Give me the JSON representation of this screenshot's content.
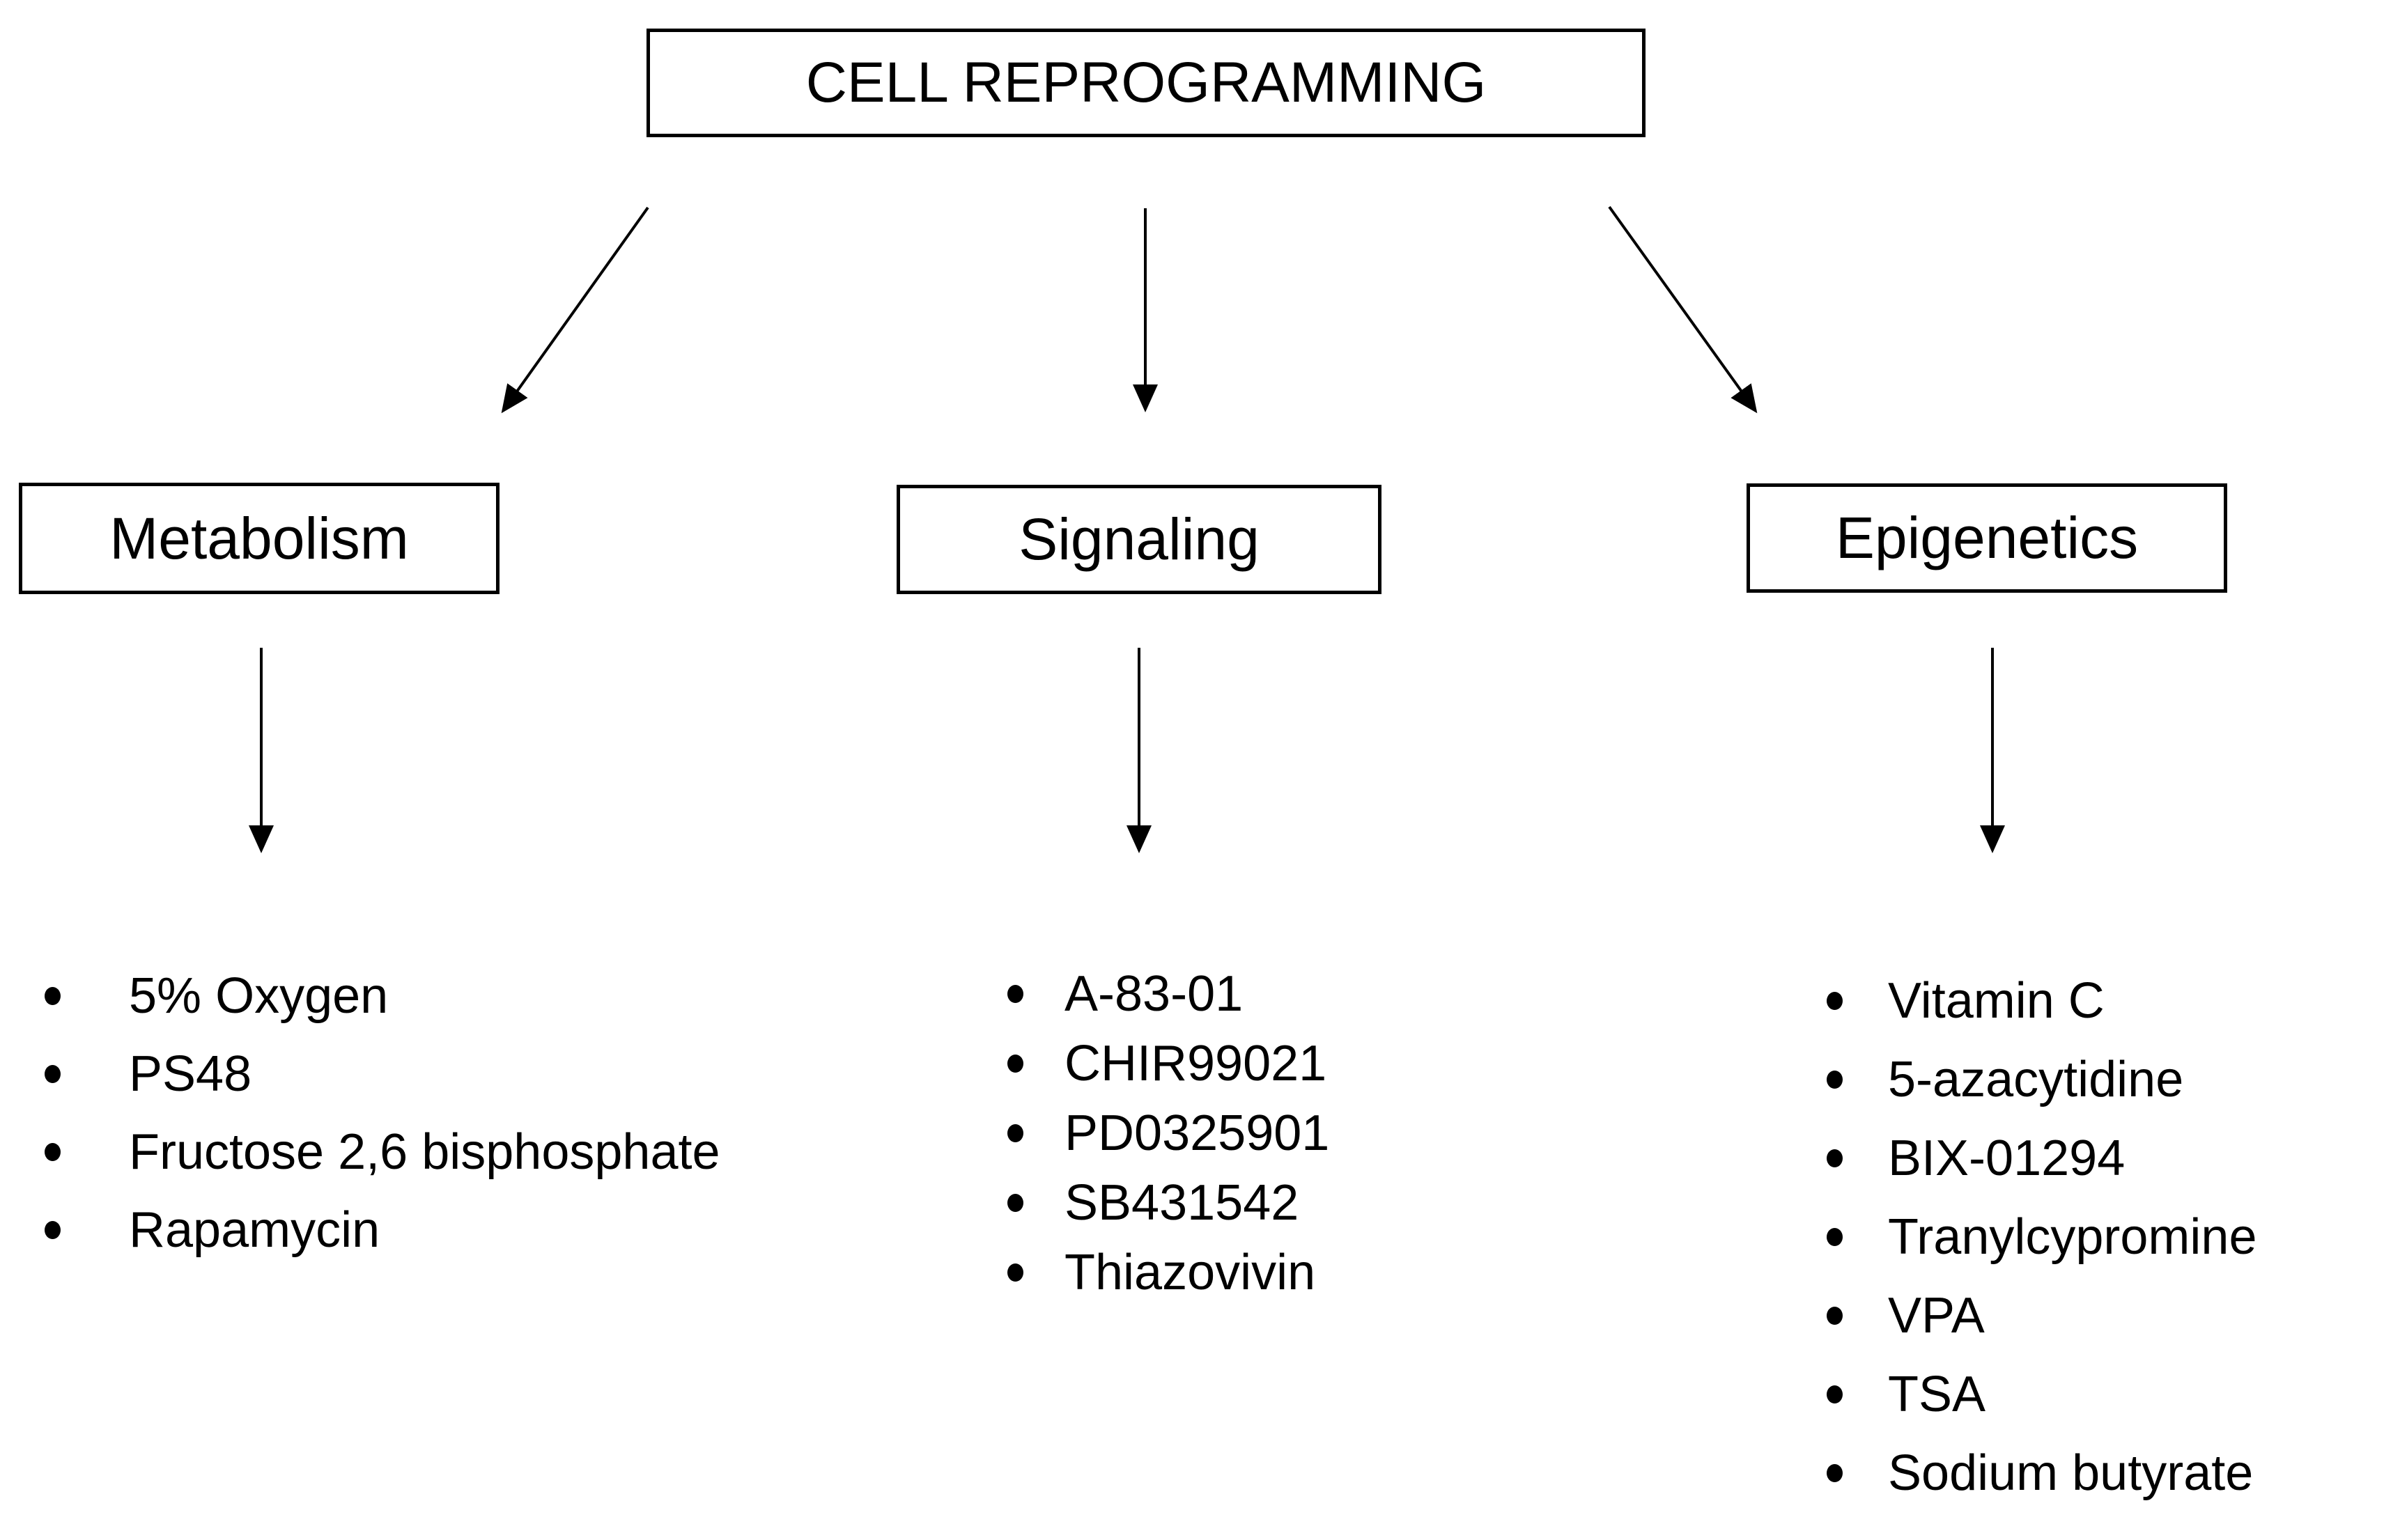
{
  "diagram": {
    "title": "CELL REPROGRAMMING",
    "branches": [
      {
        "label": "Metabolism",
        "items": [
          "5% Oxygen",
          "PS48",
          "Fructose 2,6 bisphosphate",
          "Rapamycin"
        ]
      },
      {
        "label": "Signaling",
        "items": [
          "A-83-01",
          "CHIR99021",
          "PD0325901",
          "SB431542",
          "Thiazovivin"
        ]
      },
      {
        "label": "Epigenetics",
        "items": [
          "Vitamin C",
          "5-azacytidine",
          "BIX-01294",
          "Tranylcypromine",
          "VPA",
          "TSA",
          "Sodium butyrate"
        ]
      }
    ],
    "colors": {
      "background": "#ffffff",
      "line": "#000000",
      "text": "#000000"
    }
  }
}
